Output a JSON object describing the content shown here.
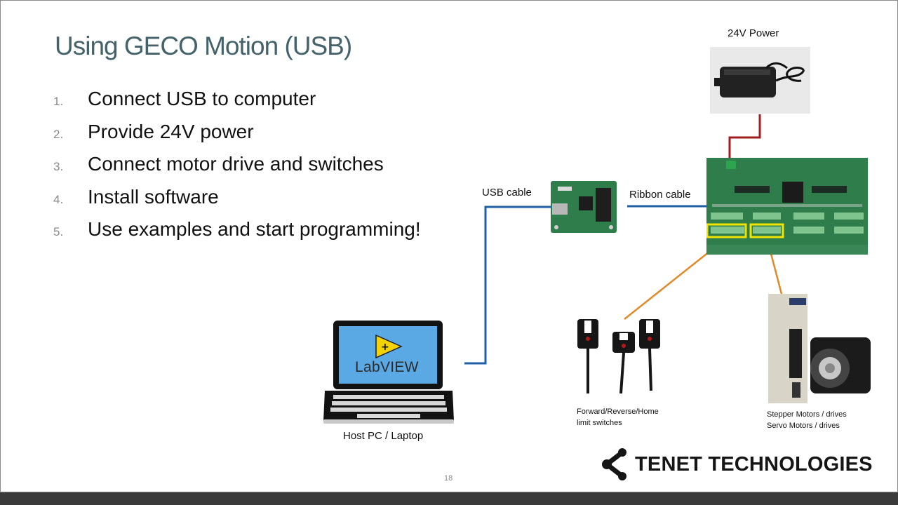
{
  "slide": {
    "title": "Using GECO Motion (USB)",
    "steps": [
      {
        "num": "1.",
        "text": "Connect USB to computer"
      },
      {
        "num": "2.",
        "text": "Provide 24V power"
      },
      {
        "num": "3.",
        "text": "Connect motor drive and switches"
      },
      {
        "num": "4.",
        "text": "Install software"
      },
      {
        "num": "5.",
        "text": "Use examples and start programming!"
      }
    ],
    "page_number": "18"
  },
  "diagram": {
    "power_label": "24V Power",
    "usb_cable_label": "USB cable",
    "ribbon_cable_label": "Ribbon cable",
    "host_label": "Host PC / Laptop",
    "labview_text": "LabVIEW",
    "switches_label_line1": "Forward/Reverse/Home",
    "switches_label_line2": "limit switches",
    "motors_label_line1": "Stepper  Motors / drives",
    "motors_label_line2": "Servo Motors / drives"
  },
  "logo": {
    "text": "TENET TECHNOLOGIES"
  },
  "colors": {
    "title": "#44626a",
    "usb_line": "#1f5fa6",
    "power_line": "#a11d1d",
    "signal_line": "#e08a2a",
    "highlight": "#f2e400",
    "board_green": "#2f7d4a"
  }
}
